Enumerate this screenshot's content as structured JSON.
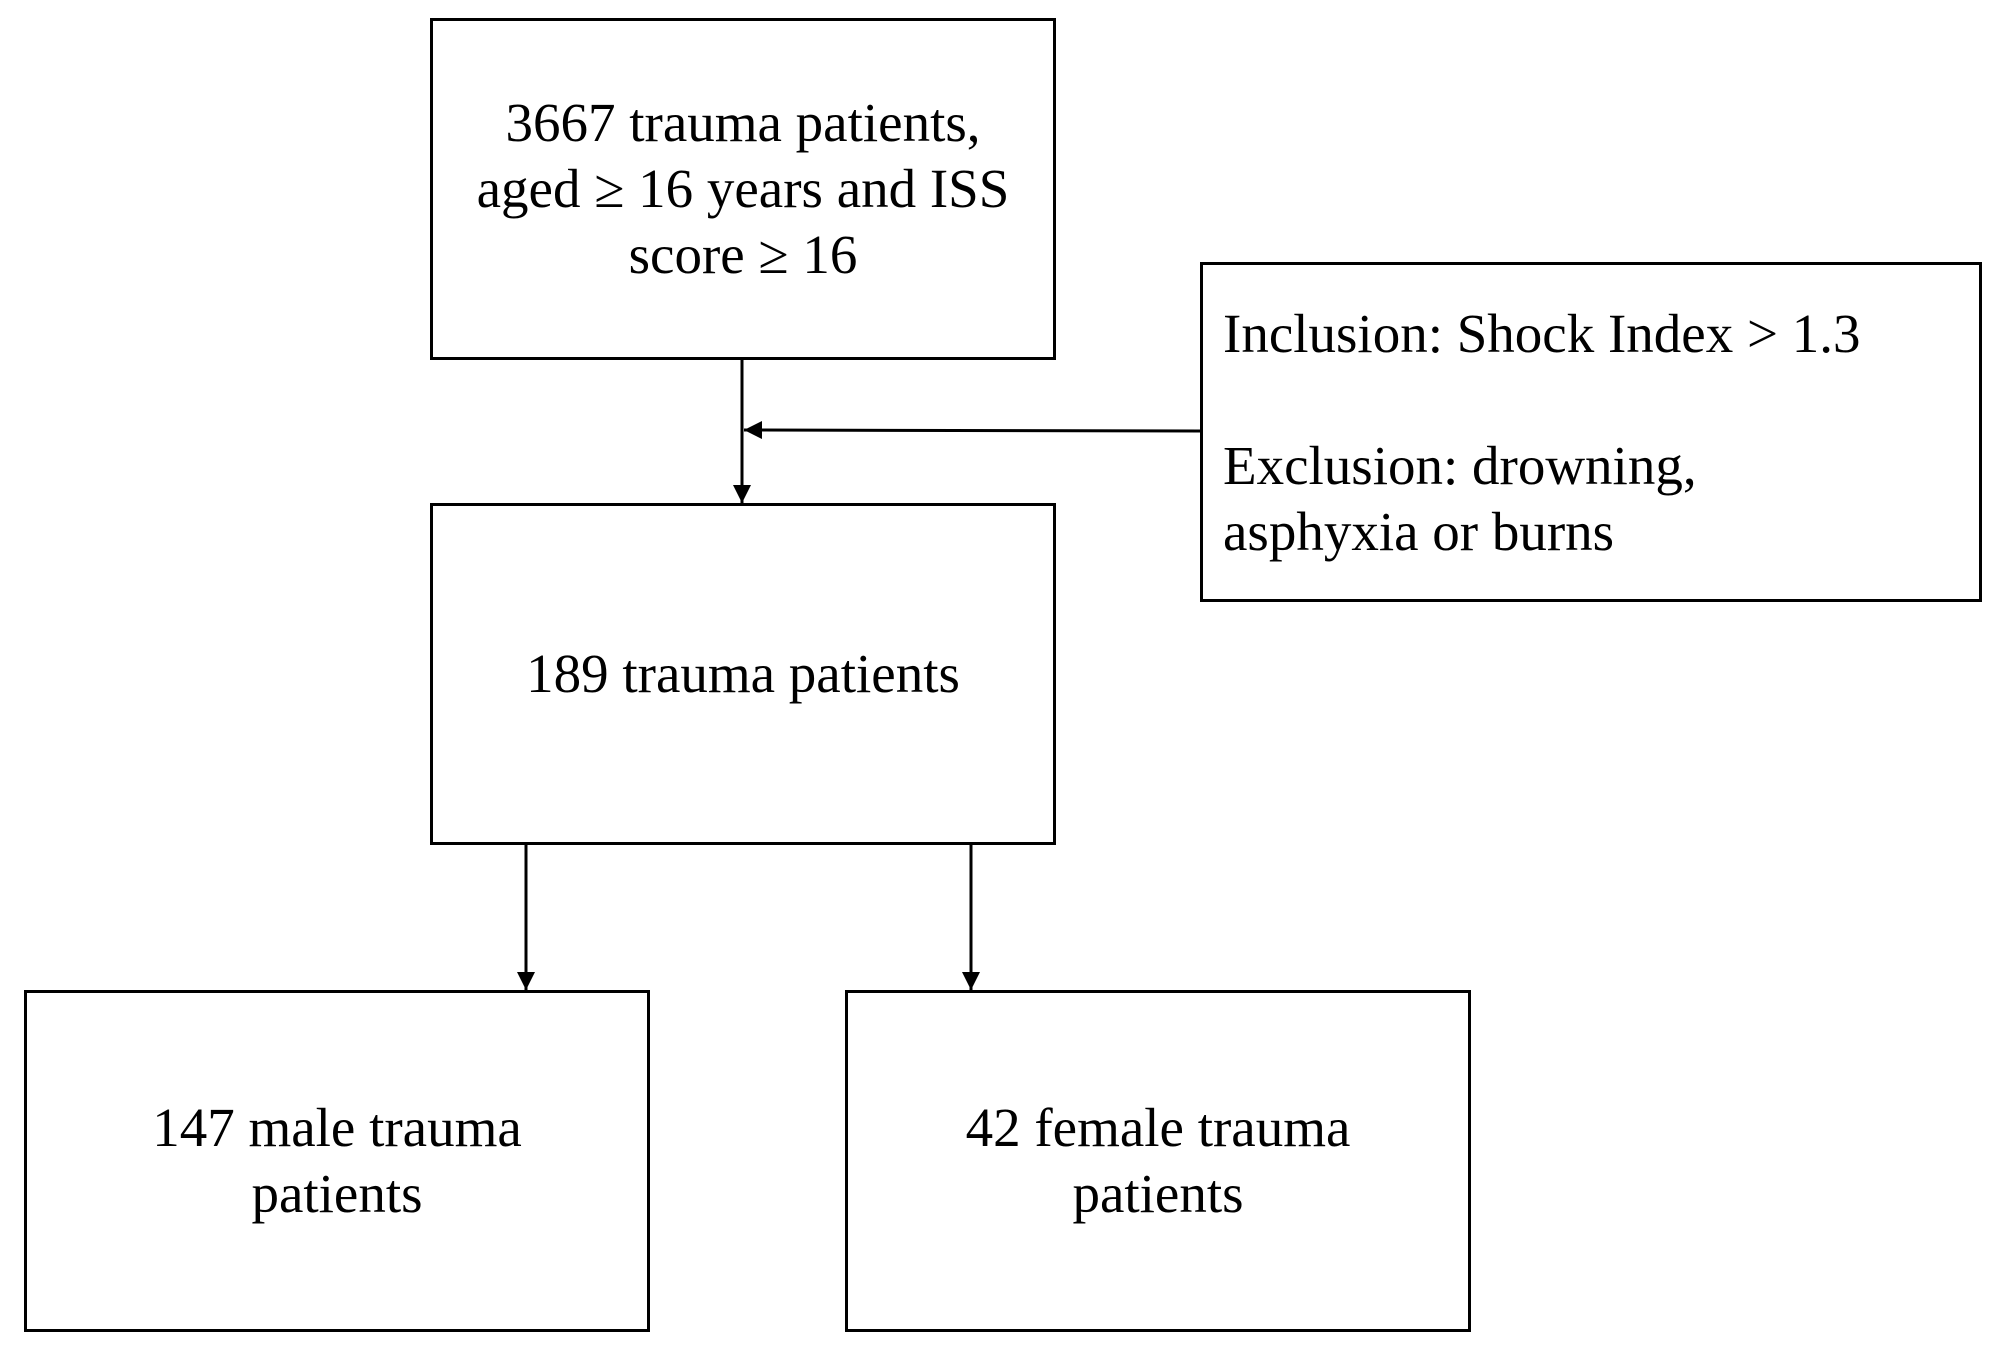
{
  "diagram": {
    "nodes": {
      "top": {
        "lines": [
          "3667 trauma patients,",
          "aged ≥ 16 years and ISS",
          "score ≥ 16"
        ]
      },
      "criteria": {
        "inclusion": "Inclusion: Shock Index > 1.3",
        "exclusion_lines": [
          "Exclusion: drowning,",
          "asphyxia or burns"
        ]
      },
      "mid": {
        "lines": [
          "189 trauma patients"
        ]
      },
      "left": {
        "lines": [
          "147 male trauma",
          "patients"
        ]
      },
      "right": {
        "lines": [
          "42 female trauma",
          "patients"
        ]
      }
    },
    "colors": {
      "stroke": "#000000",
      "background": "#ffffff"
    }
  }
}
